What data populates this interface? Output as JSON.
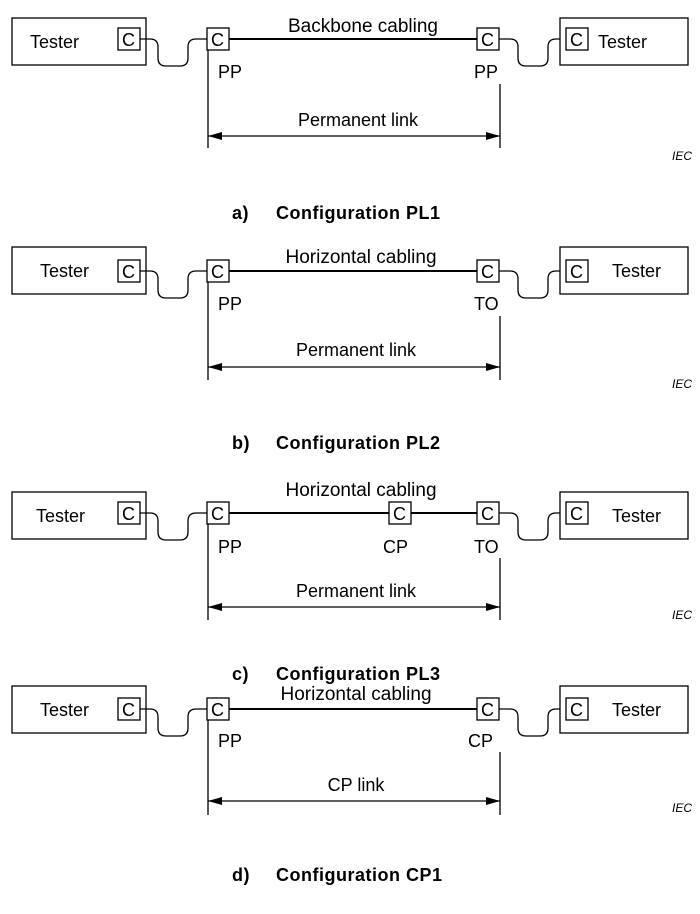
{
  "common": {
    "tester": "Tester",
    "connector": "C",
    "iec": "IEC"
  },
  "panels": [
    {
      "cabling": "Backbone cabling",
      "left_label": "PP",
      "right_label": "PP",
      "link": "Permanent link",
      "caption_letter": "a)",
      "caption_text": "Configuration PL1"
    },
    {
      "cabling": "Horizontal cabling",
      "left_label": "PP",
      "right_label": "TO",
      "link": "Permanent link",
      "caption_letter": "b)",
      "caption_text": "Configuration PL2"
    },
    {
      "cabling": "Horizontal cabling",
      "left_label": "PP",
      "mid_label": "CP",
      "right_label": "TO",
      "link": "Permanent link",
      "caption_letter": "c)",
      "caption_text": "Configuration PL3"
    },
    {
      "cabling": "Horizontal cabling",
      "left_label": "PP",
      "right_label": "CP",
      "link": "CP link",
      "caption_letter": "d)",
      "caption_text": "Configuration CP1"
    }
  ]
}
